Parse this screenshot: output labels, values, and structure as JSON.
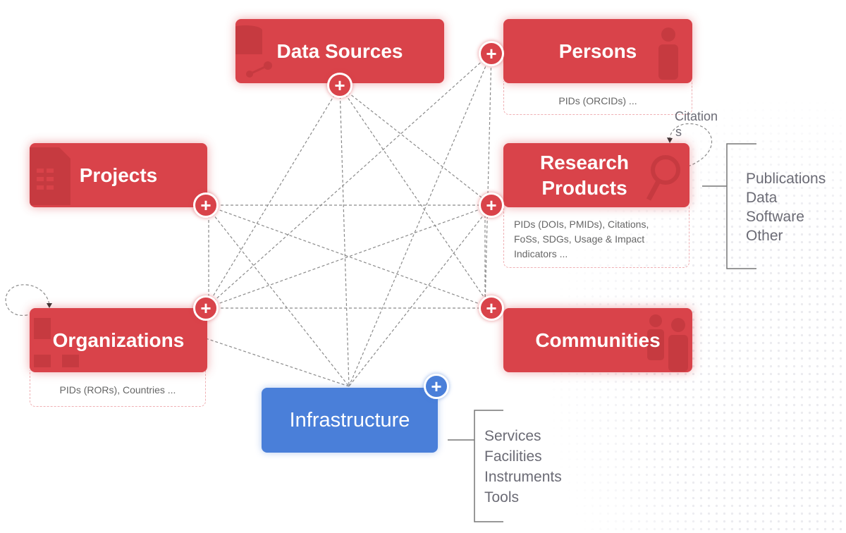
{
  "entities": {
    "data_sources": "Data Sources",
    "persons": "Persons",
    "projects": "Projects",
    "research_products": [
      "Research",
      "Products"
    ],
    "organizations": "Organizations",
    "communities": "Communities",
    "infrastructure": "Infrastructure"
  },
  "plus_symbol": "+",
  "notes": {
    "persons": "PIDs (ORCIDs) ...",
    "research_products": [
      "PIDs (DOIs, PMIDs), Citations,",
      "FoSs, SDGs, Usage & Impact",
      "Indicators ..."
    ],
    "organizations": "PIDs (RORs), Countries ..."
  },
  "citations_label": [
    "Citation",
    "s"
  ],
  "research_product_types": [
    "Publications",
    "Data",
    "Software",
    "Other"
  ],
  "infrastructure_types": [
    "Services",
    "Facilities",
    "Instruments",
    "Tools"
  ],
  "colors": {
    "entity_red": "#d9434a",
    "infrastructure_blue": "#4a7fd9"
  }
}
